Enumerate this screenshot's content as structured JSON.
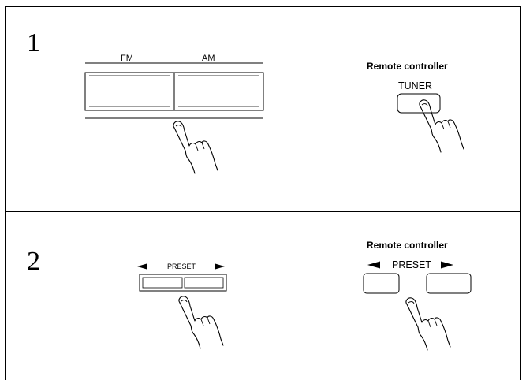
{
  "step1": {
    "number": "1",
    "fm_label": "FM",
    "am_label": "AM",
    "remote_title": "Remote controller",
    "tuner_label": "TUNER"
  },
  "step2": {
    "number": "2",
    "preset_label": "PRESET",
    "remote_title": "Remote controller",
    "remote_preset_label": "PRESET"
  },
  "icons": [
    "pointing-hand-icon",
    "left-arrow-icon",
    "right-arrow-icon"
  ]
}
